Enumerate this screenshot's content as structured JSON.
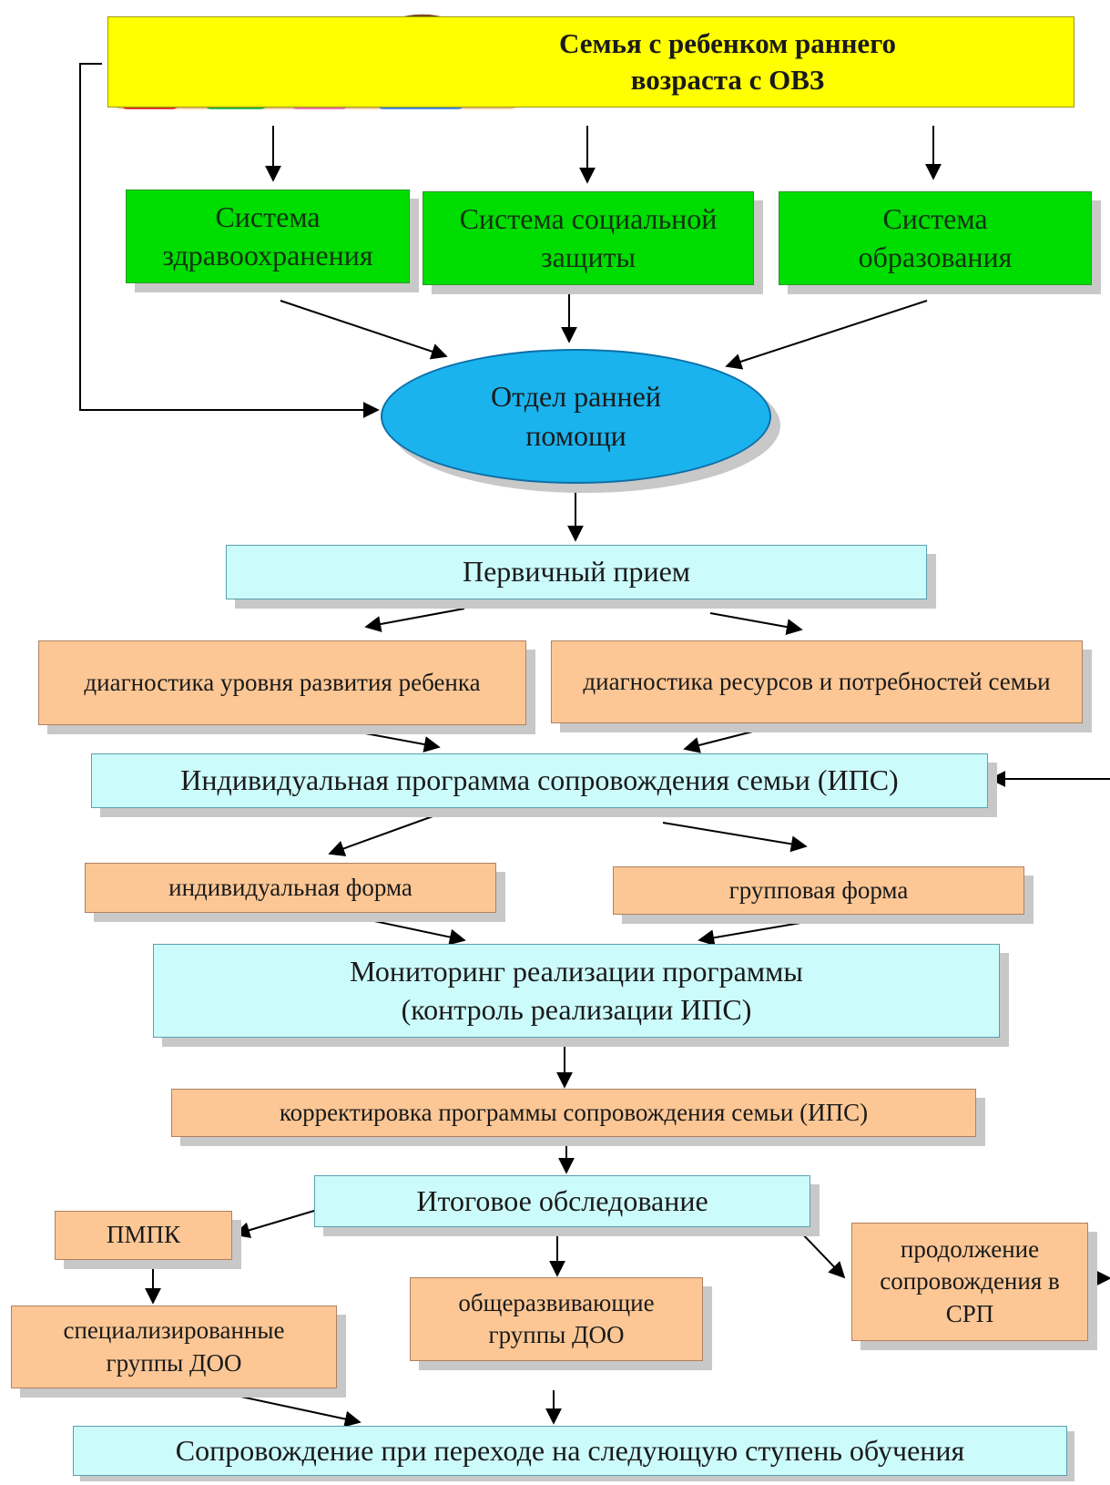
{
  "header": {
    "family_title": "Семья с ребенком раннего возраста с ОВЗ"
  },
  "systems": [
    {
      "label": "Система здравоохранения"
    },
    {
      "label": "Система социальной защиты"
    },
    {
      "label": "Система образования"
    }
  ],
  "center": {
    "label": "Отдел ранней помощи"
  },
  "steps": {
    "primary_intake": "Первичный прием",
    "diag_child": "диагностика уровня развития ребенка",
    "diag_family": "диагностика ресурсов и потребностей семьи",
    "ips": "Индивидуальная программа сопровождения семьи (ИПС)",
    "individual_form": "индивидуальная форма",
    "group_form": "групповая форма",
    "monitoring_line1": "Мониторинг реализации программы",
    "monitoring_line2": "(контроль реализации ИПС)",
    "correction": "корректировка программы сопровождения семьи (ИПС)",
    "final_exam": "Итоговое обследование",
    "pmpk": "ПМПК",
    "special_groups": "специализированные группы ДОО",
    "general_groups": "общеразвивающие группы ДОО",
    "continue_support": "продолжение сопровождения в СРП",
    "transition": "Сопровождение при переходе на следующую ступень обучения"
  },
  "colors": {
    "yellow": "#ffff00",
    "green": "#00dd00",
    "oval": "#1ab3ee",
    "cyan": "#ccfbfb",
    "peach": "#fcc795"
  }
}
